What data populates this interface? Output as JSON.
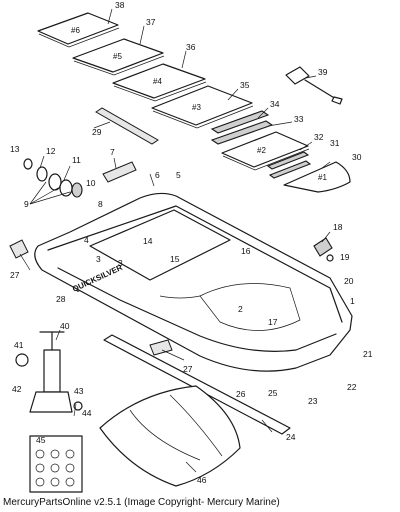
{
  "caption": "MercuryPartsOnline v2.5.1 (Image Copyright- Mercury Marine)",
  "brand_text": "QUICKSILVER",
  "floor_plates": [
    "#1",
    "#2",
    "#3",
    "#4",
    "#5",
    "#6"
  ],
  "callouts": [
    "1",
    "2",
    "3",
    "3",
    "4",
    "5",
    "6",
    "7",
    "8",
    "9",
    "10",
    "11",
    "12",
    "13",
    "14",
    "15",
    "16",
    "17",
    "18",
    "19",
    "20",
    "21",
    "22",
    "23",
    "24",
    "25",
    "26",
    "27",
    "27",
    "28",
    "29",
    "30",
    "31",
    "32",
    "33",
    "34",
    "35",
    "36",
    "37",
    "38",
    "39",
    "40",
    "41",
    "42",
    "43",
    "44",
    "45",
    "46"
  ]
}
